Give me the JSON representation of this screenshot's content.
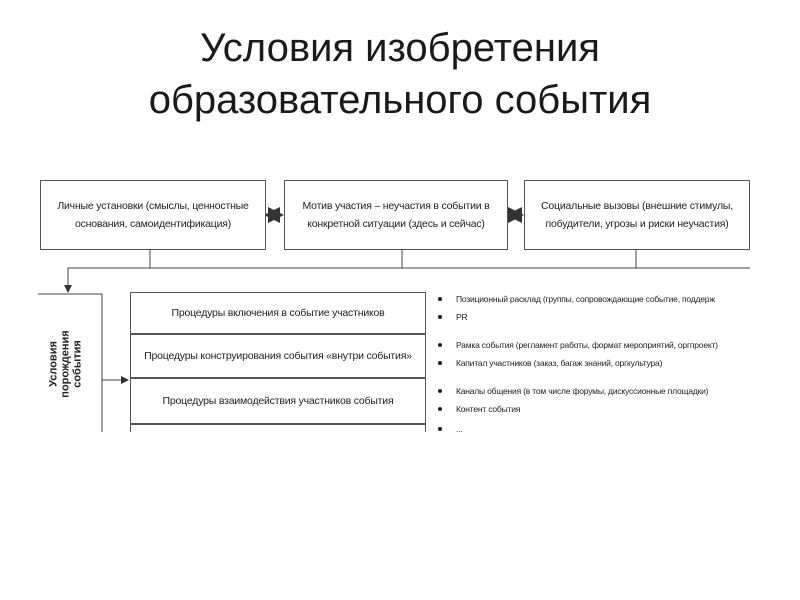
{
  "title": {
    "line1": "Условия изобретения",
    "line2": "образовательного события"
  },
  "diagram": {
    "top_boxes": [
      "Личные установки (смыслы, ценностные основания, самоидентификация)",
      "Мотив участия – неучастия в событии в конкретной ситуации (здесь и сейчас)",
      "Социальные вызовы (внешние стимулы, побудители, угрозы и риски неучастия)"
    ],
    "side_label": {
      "line1": "Условия",
      "line2": "порождения",
      "line3": "события"
    },
    "procedures": [
      "Процедуры включения в событие участников",
      "Процедуры конструирования события «внутри события»",
      "Процедуры взаимодействия участников события"
    ],
    "bullets": [
      "Позиционный расклад (группы, сопровождающие событие, поддерж",
      "PR",
      "Рамка события (регламент работы, формат мероприятий, оргпроект)",
      "Капитал участников (заказ, багаж знаний, оргкультура)",
      "Каналы общения (в том числе форумы, дискуссионные площадки)",
      "Контент события",
      "..."
    ]
  }
}
